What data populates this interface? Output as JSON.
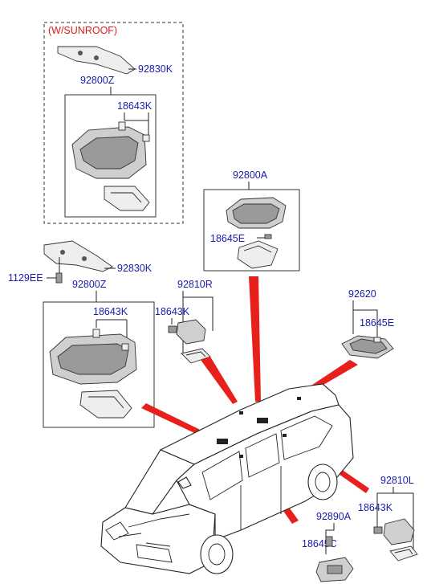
{
  "diagram": {
    "sunroof_group_label": "(W/SUNROOF)",
    "parts": {
      "p92830K_a": "92830K",
      "p92800Z_a": "92800Z",
      "p18643K_a": "18643K",
      "p92830K_b": "92830K",
      "p1129EE": "1129EE",
      "p92800Z_b": "92800Z",
      "p18643K_b": "18643K",
      "p92800A": "92800A",
      "p18645E_a": "18645E",
      "p92810R": "92810R",
      "p18643K_c": "18643K",
      "p92620": "92620",
      "p18645E_b": "18645E",
      "p92810L": "92810L",
      "p18643K_d": "18643K",
      "p92890A": "92890A",
      "p18645C": "18645C"
    }
  }
}
